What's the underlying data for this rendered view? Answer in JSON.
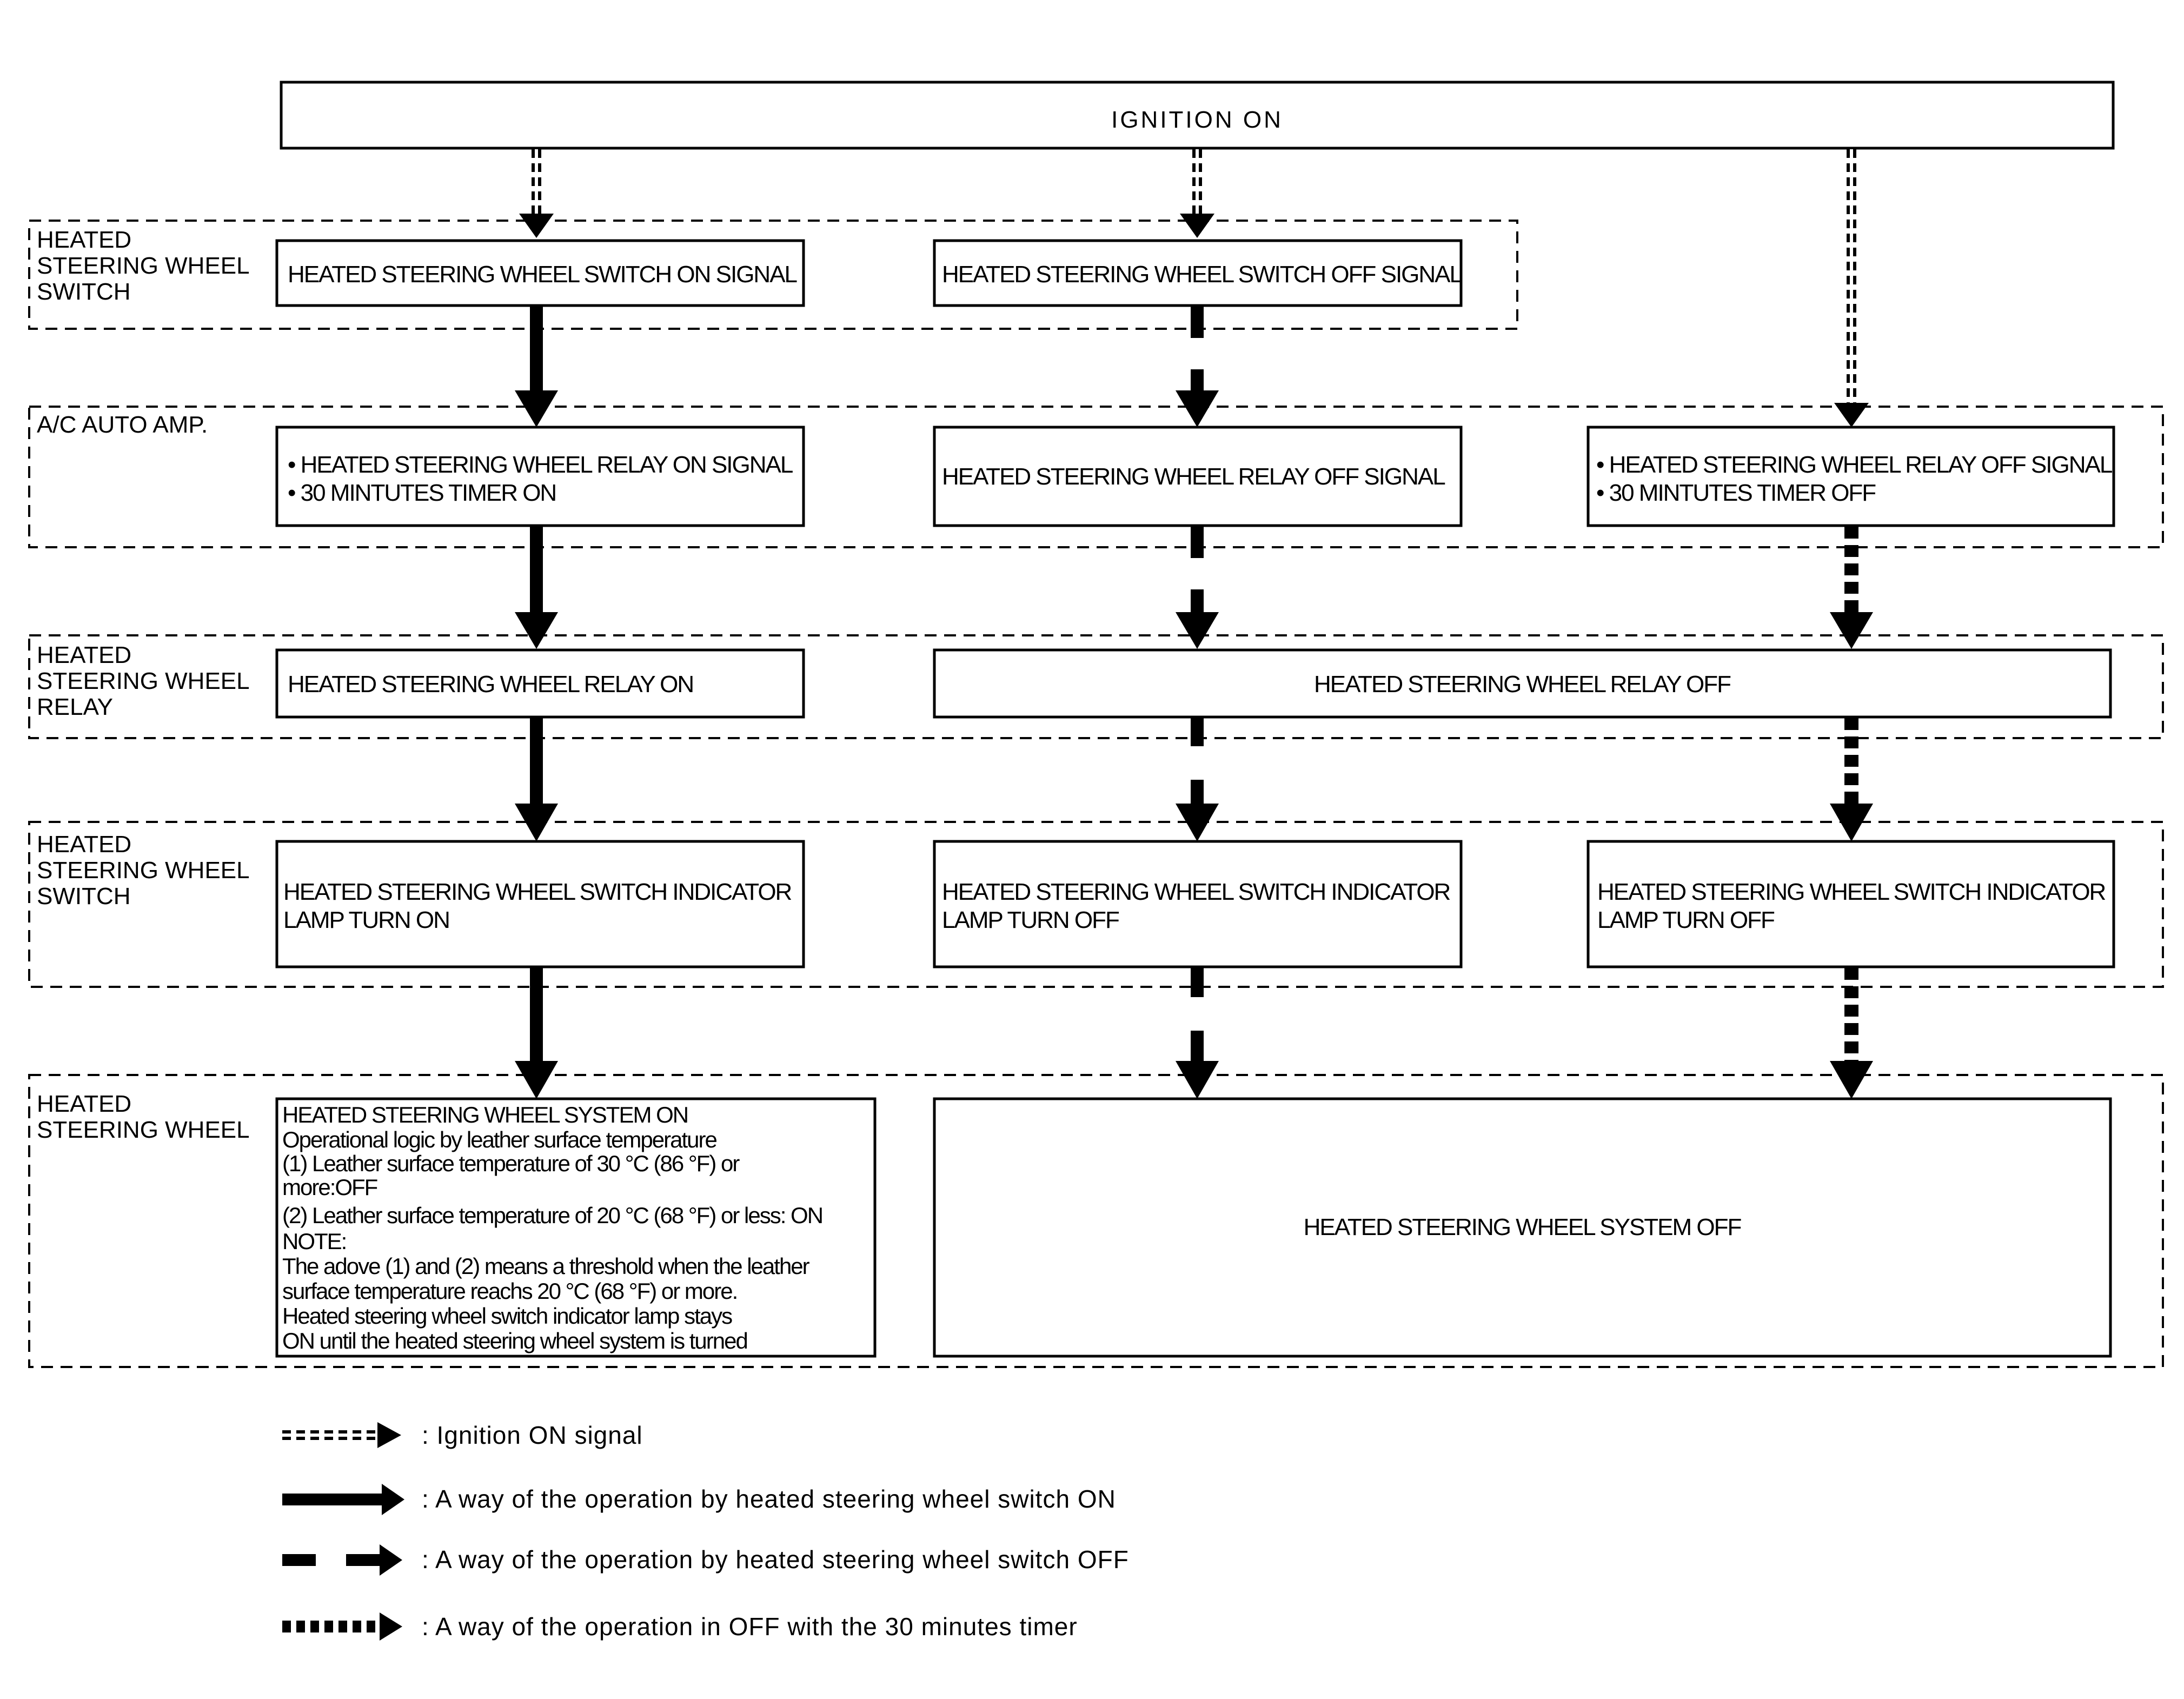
{
  "top": {
    "label": "IGNITION ON"
  },
  "groups": {
    "switch1": [
      "HEATED",
      "STEERING WHEEL",
      "SWITCH"
    ],
    "amp": [
      "A/C AUTO AMP."
    ],
    "relay": [
      "HEATED",
      "STEERING WHEEL",
      "RELAY"
    ],
    "switch2": [
      "HEATED",
      "STEERING WHEEL",
      "SWITCH"
    ],
    "wheel": [
      "HEATED",
      "STEERING WHEEL"
    ]
  },
  "nodes": {
    "switch_on": "HEATED STEERING WHEEL SWITCH ON SIGNAL",
    "switch_off": "HEATED STEERING WHEEL SWITCH OFF SIGNAL",
    "relay_on_signal": [
      "• HEATED STEERING WHEEL RELAY ON SIGNAL",
      "• 30 MINTUTES TIMER ON"
    ],
    "relay_off_signal": "HEATED STEERING WHEEL RELAY OFF SIGNAL",
    "relay_off_timer": [
      "• HEATED STEERING WHEEL RELAY OFF SIGNAL",
      "• 30 MINTUTES TIMER OFF"
    ],
    "relay_on": "HEATED STEERING WHEEL RELAY ON",
    "relay_off": "HEATED STEERING WHEEL RELAY OFF",
    "lamp_on": [
      "HEATED STEERING WHEEL SWITCH INDICATOR",
      "LAMP TURN ON"
    ],
    "lamp_off_mid": [
      "HEATED STEERING WHEEL SWITCH INDICATOR",
      "LAMP TURN OFF"
    ],
    "lamp_off_right": [
      "HEATED STEERING WHEEL SWITCH INDICATOR",
      "LAMP TURN OFF"
    ],
    "system_on": [
      "HEATED STEERING WHEEL SYSTEM ON",
      "Operational logic by leather surface temperature",
      "(1) Leather surface temperature of 30 °C (86 °F) or",
      "more:OFF",
      "(2) Leather surface temperature of 20 °C (68 °F) or less: ON",
      "NOTE:",
      "The adove (1) and (2) means a threshold when the leather",
      "surface temperature reachs 20 °C (68 °F) or more.",
      "Heated steering wheel switch indicator lamp stays",
      "ON until the heated steering wheel system is turned"
    ],
    "system_off": "HEATED STEERING WHEEL SYSTEM OFF"
  },
  "legend": {
    "ignition": ": Ignition ON signal",
    "switch_on": ": A way of the operation by heated steering wheel switch ON",
    "switch_off": ": A way of the operation by heated steering wheel switch OFF",
    "timer": ": A way of the operation in OFF with the 30 minutes timer"
  }
}
